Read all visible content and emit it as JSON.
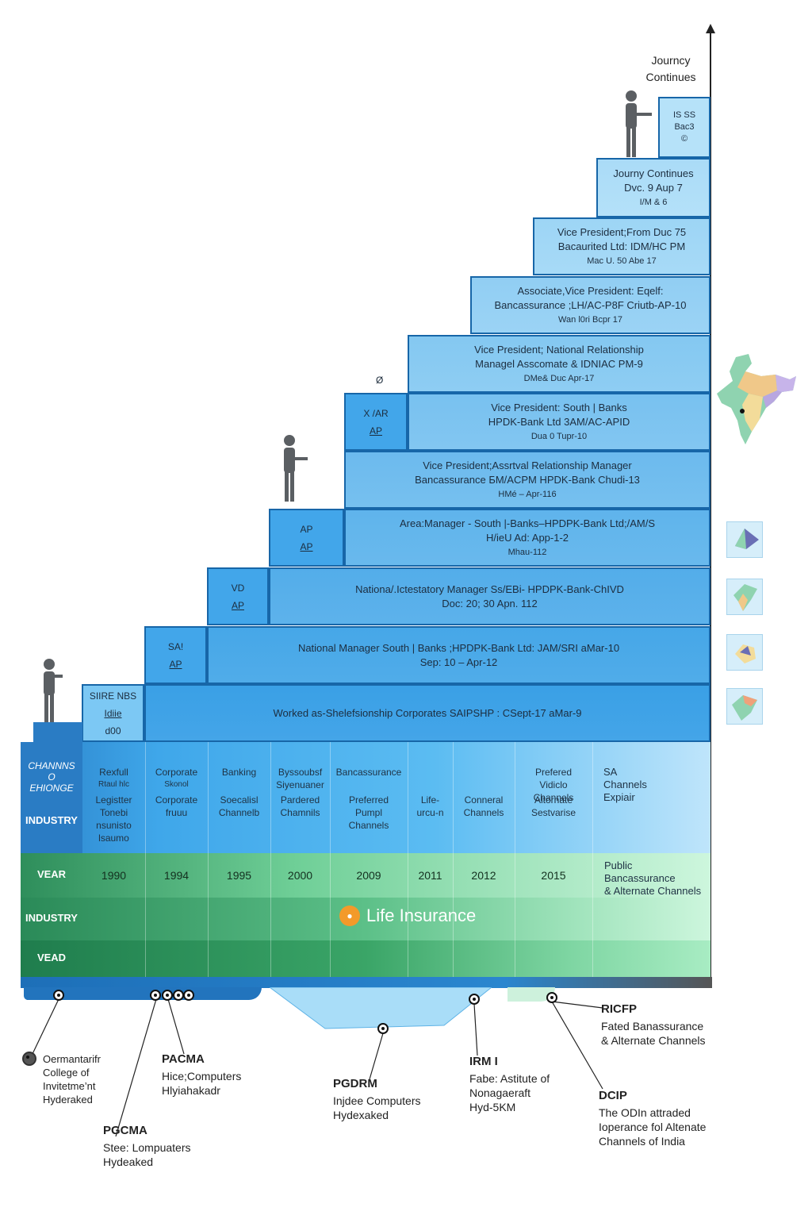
{
  "journey_label": [
    "Journcy",
    "Continues"
  ],
  "steps": [
    {
      "id": "s1",
      "lines": [
        "Worked as-Shelefsionship Corporates SAIPSHP : CSept-17 aMar-9"
      ]
    },
    {
      "id": "s2",
      "lines": [
        "National Manager South | Banks ;HPDPK-Bank Ltd: JAM/SRI aMar-10",
        "Sep: 10 – Apr-12"
      ]
    },
    {
      "id": "s3",
      "lines": [
        "Nationa/.Ictestatory Manager Ss/EBi- HPDPK-Bank-ChIVD",
        "Doc: 20; 30 Apn. 112"
      ]
    },
    {
      "id": "s4",
      "lines": [
        "Area:Manager - South |-Banks–HPDPK-Bank Ltd;/AM/S",
        "H/ieU Ad: App-1-2",
        "Mhau-112"
      ]
    },
    {
      "id": "s5",
      "lines": [
        "Vice President;Assrtval Relationship Manager",
        "Bancassurance БM/ACPM HPDK-Bank Chudi-13",
        "HMé – Apr-116"
      ]
    },
    {
      "id": "s6",
      "lines": [
        "Vice President: South | Banks",
        "HPDK-Bank Ltd 3AM/AC-APID",
        "Dua 0 Tupr-10"
      ]
    },
    {
      "id": "s7",
      "lines": [
        "Vice President; National Relationship",
        "Managel  Asscomate & IDNIAC PM-9",
        "DMe& Duc Apr-17"
      ]
    },
    {
      "id": "s8",
      "lines": [
        "Associate,Vice President: Eqelf:",
        "Bancassurance ;LH/AC-P8F Criutb-AP-10",
        "Wan l0ri Bcpr 17"
      ]
    },
    {
      "id": "s9",
      "lines": [
        "Vice President;From Duc 75",
        "Bacaurited Ltd: IDM/HC PM",
        "Mac U. 50 Abe 17"
      ]
    },
    {
      "id": "s10",
      "lines": [
        "Journy Continues",
        "Dvc. 9 Aup 7",
        "I/M & 6"
      ]
    },
    {
      "id": "s11",
      "lines": [
        "IS SS",
        "Bac3",
        "©"
      ]
    }
  ],
  "tags": [
    {
      "id": "t1",
      "lines": [
        "SIIRE NBS",
        "Idiie",
        "d00"
      ]
    },
    {
      "id": "t2",
      "lines": [
        "SA!",
        "AP"
      ]
    },
    {
      "id": "t3",
      "lines": [
        "VD",
        "AP"
      ]
    },
    {
      "id": "t4",
      "lines": [
        "AP",
        "AP"
      ]
    },
    {
      "id": "t5",
      "lines": [
        "X /AR",
        "AP"
      ]
    }
  ],
  "stray_mark": "Ø",
  "row_labels": {
    "channel": "CHANNNS O EHIONGE",
    "industry": "INDUSTRY",
    "vear": "VEAR",
    "industry2": "INDUSTRY",
    "vead": "VEAD"
  },
  "channel_top": [
    {
      "lines": [
        "Rexfull",
        "Rtaul hlc"
      ]
    },
    {
      "lines": [
        "Corporate",
        "Skonol"
      ]
    },
    {
      "lines": [
        "Banking"
      ]
    },
    {
      "lines": [
        "Byssoubsf",
        "Siyenuaner"
      ]
    },
    {
      "lines": [
        "Bancassurance"
      ]
    },
    {
      "lines": []
    },
    {
      "lines": []
    },
    {
      "lines": [
        "Prefered",
        "Vidiclo",
        "Channels"
      ]
    },
    {
      "lines": [
        "SA",
        "Channels",
        "Expiair"
      ]
    }
  ],
  "channel_bottom": [
    {
      "lines": [
        "Legistter",
        "Tonebi",
        "nsunisto",
        "lsaumo"
      ]
    },
    {
      "lines": [
        "Corporate",
        "fruuu"
      ]
    },
    {
      "lines": [
        "Soecalisl",
        "Channelb"
      ]
    },
    {
      "lines": [
        "Pardered",
        "Chamnils"
      ]
    },
    {
      "lines": [
        "Preferred",
        "Pumpl",
        "Channels"
      ]
    },
    {
      "lines": [
        "Life-",
        "urcu-n"
      ]
    },
    {
      "lines": [
        "Conneral",
        "Channels"
      ]
    },
    {
      "lines": [
        "Altornate",
        "Sestvarise"
      ]
    }
  ],
  "years": [
    "1990",
    "1994",
    "1995",
    "2000",
    "2009",
    "2011",
    "2012",
    "2015"
  ],
  "year_last": [
    "Public",
    "Bancassurance",
    "& Alternate Channels"
  ],
  "life_insurance": "Life Insurance",
  "education": [
    {
      "id": "e1",
      "title": "",
      "lines": [
        "Oermantarifr",
        "College of",
        "Invitetme’nt",
        "Hyderaked"
      ]
    },
    {
      "id": "e2",
      "title": "PACMA",
      "lines": [
        "Hice;Computers",
        "Hlyiahakadr"
      ]
    },
    {
      "id": "e3",
      "title": "PGCMA",
      "lines": [
        "Stee: Lompuaters",
        "Hydeaked"
      ]
    },
    {
      "id": "e4",
      "title": "PGDRM",
      "lines": [
        "Injdee Computers",
        "Hydexaked"
      ]
    },
    {
      "id": "e5",
      "title": "IRM I",
      "lines": [
        "Fabe: Astitute of",
        "Nonagaeraft",
        "Hyd-5KM"
      ]
    },
    {
      "id": "e6",
      "title": "RICFP",
      "lines": [
        "Fated Banassurance",
        "& Alternate Channels"
      ]
    },
    {
      "id": "e7",
      "title": "DCIP",
      "lines": [
        "The ODIn attraded",
        "Ioperance fol Altenate",
        "Channels of India"
      ]
    }
  ],
  "colors": {
    "step_dark": "#3aa0e6",
    "step_light": "#b6e2f9",
    "border": "#1766a8",
    "green_dark": "#24905b",
    "green_light": "#c8f3da",
    "accent": "#f39a2a"
  }
}
